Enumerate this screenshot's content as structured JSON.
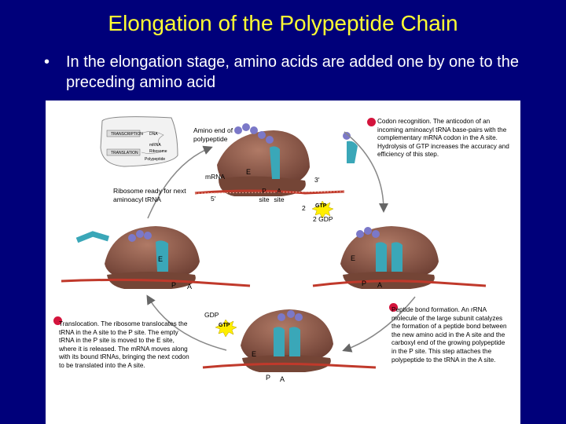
{
  "title": "Elongation of the Polypeptide Chain",
  "bullet": {
    "marker": "•",
    "text": "In the elongation stage, amino acids are added one by one to the preceding amino acid"
  },
  "figure": {
    "labels": {
      "amino_end": "Amino end of polypeptide",
      "mrna": "mRNA",
      "five_prime": "5′",
      "three_prime": "3′",
      "ribosome_ready": "Ribosome ready for next aminoacyl tRNA",
      "p_site": "P site",
      "a_site": "A site",
      "two_gtp_count": "2",
      "two_gdp": "2 GDP",
      "gtp": "GTP",
      "gdp": "GDP"
    },
    "site_letters": {
      "e": "E",
      "p": "P",
      "a": "A"
    },
    "inset": {
      "trna_left": "TRANSCRIPTION",
      "trna_left2": "TRANSLATION",
      "dna": "DNA",
      "mrna": "mRNA",
      "ribosome": "Ribosome",
      "polypeptide": "Polypeptide"
    },
    "steps": {
      "codon_recognition": "Codon recognition. The anticodon of an incoming aminoacyl tRNA base-pairs with the complementary mRNA codon in the A site. Hydrolysis of GTP increases the accuracy and efficiency of this step.",
      "peptide_bond": "Peptide bond formation. An rRNA molecule of the large subunit catalyzes the formation of a peptide bond between the new amino acid in the A site and the carboxyl end of the growing polypeptide in the P site. This step attaches the polypeptide to the tRNA in the A site.",
      "translocation": "Translocation. The ribosome translocates the tRNA in the A site to the P site. The empty tRNA in the P site is moved to the E site, where it is released. The mRNA moves along with its bound tRNAs, bringing the next codon to be translated into the A site."
    }
  },
  "colors": {
    "background": "#00007a",
    "title": "#ffff33",
    "ribosome_large": "#8b5a4a",
    "ribosome_small": "#7a4a3c",
    "trna": "#3aa7b8",
    "mrna": "#c0392b",
    "gtp": "#ffee00",
    "step_marker": "#d4143c"
  }
}
